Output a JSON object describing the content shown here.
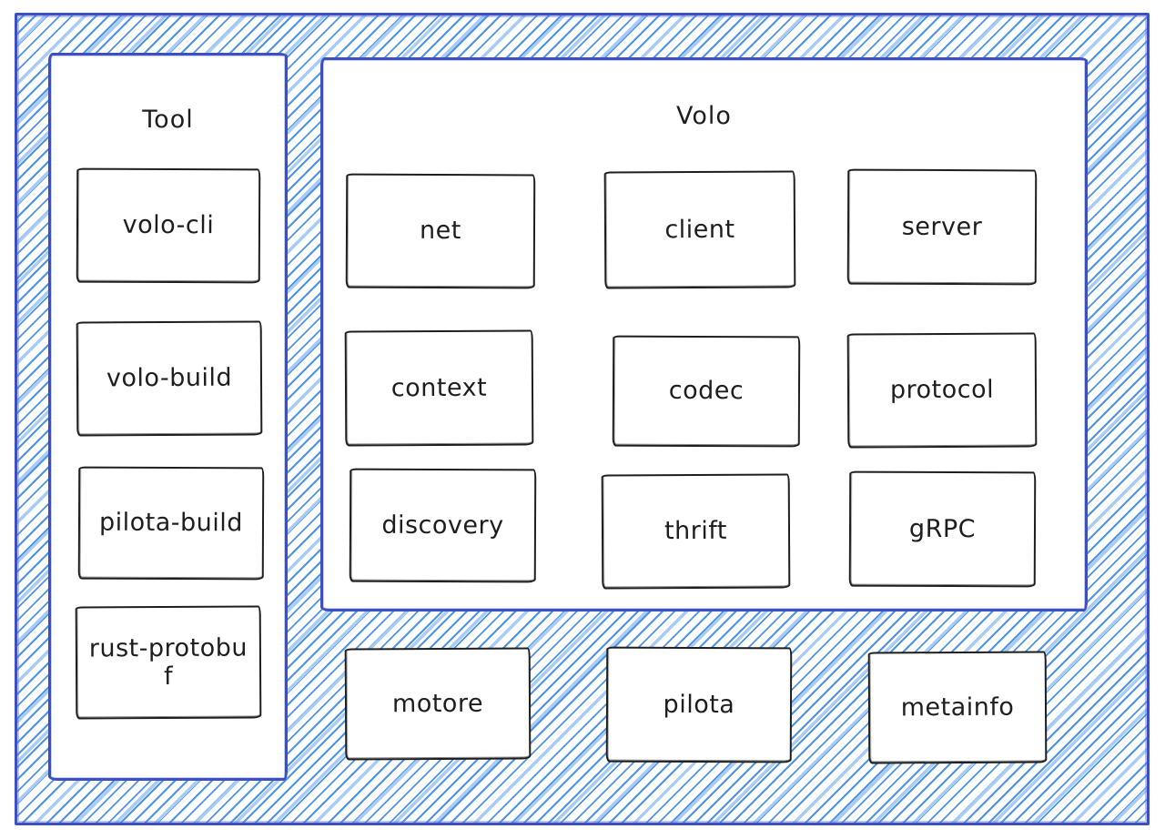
{
  "diagram": {
    "tool_panel": {
      "title": "Tool",
      "items": [
        {
          "label": "volo-cli"
        },
        {
          "label": "volo-build"
        },
        {
          "label": "pilota-build"
        },
        {
          "label": "rust-protobuf"
        }
      ]
    },
    "volo_panel": {
      "title": "Volo",
      "items": [
        {
          "label": "net"
        },
        {
          "label": "client"
        },
        {
          "label": "server"
        },
        {
          "label": "context"
        },
        {
          "label": "codec"
        },
        {
          "label": "protocol"
        },
        {
          "label": "discovery"
        },
        {
          "label": "thrift"
        },
        {
          "label": "gRPC"
        }
      ]
    },
    "bottom_row": {
      "items": [
        {
          "label": "motore"
        },
        {
          "label": "pilota"
        },
        {
          "label": "metainfo"
        }
      ]
    },
    "colors": {
      "panel_border": "#3c50c2",
      "hatch_blue": "#4f93e8",
      "hatch_light_blue": "#a9ccf6",
      "box_border": "#1e1e1e",
      "text": "#1e1e1e",
      "background": "#ffffff"
    }
  }
}
